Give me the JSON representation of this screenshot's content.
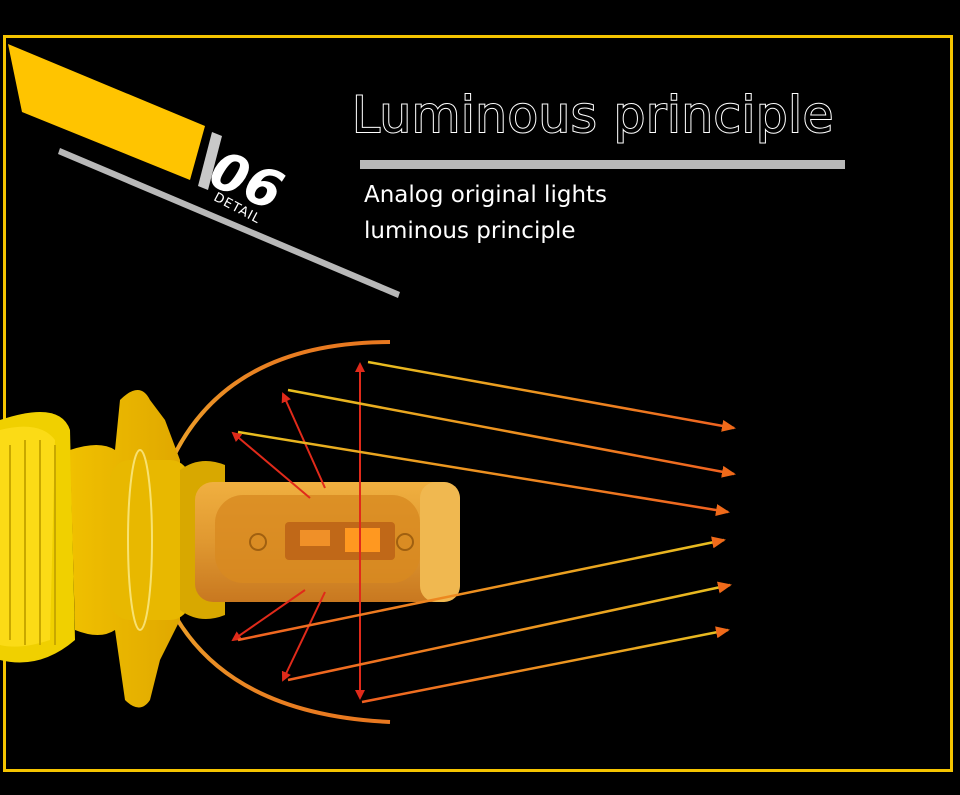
{
  "header": {
    "badge_number": "06",
    "badge_label": "DETAIL",
    "title": "Luminous principle",
    "subtitle_line1": "Analog original lights",
    "subtitle_line2": "luminous principle"
  },
  "colors": {
    "frame": "#f5c400",
    "accent_yellow": "#ffc400",
    "divider_gray": "#b8b8b8",
    "arrow_red": "#e02a1a",
    "arrow_orange": "#f07a1a",
    "bulb_amber": "#e8a020"
  }
}
